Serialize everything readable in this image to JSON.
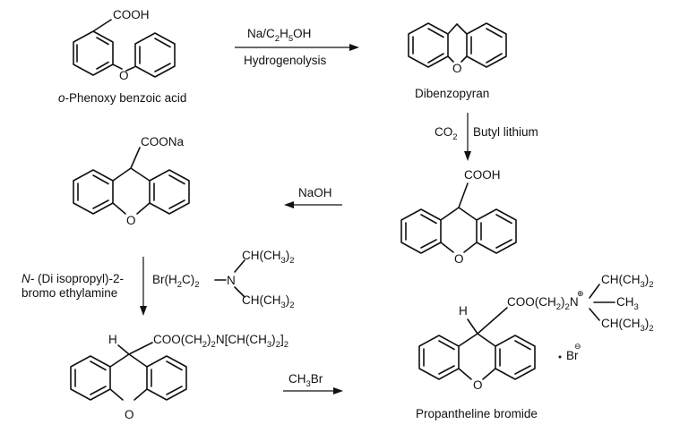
{
  "compounds": {
    "phenoxy_benzoic_acid": {
      "name": "o-Phenoxy benzoic acid",
      "prefix": "o",
      "rest": "-Phenoxy benzoic acid",
      "group": "COOH",
      "hetero": "O"
    },
    "dibenzopyran": {
      "name": "Dibenzopyran",
      "hetero": "O"
    },
    "xanthene_acid": {
      "group": "COOH",
      "hetero": "O"
    },
    "sodium_salt": {
      "group": "COONa",
      "hetero": "O"
    },
    "amine_ester": {
      "h": "H",
      "group_a": "COO(CH",
      "group_b": ")",
      "group_c": "N[CH(CH",
      "group_d": ")",
      "group_e": "]",
      "sub2": "2",
      "sub3": "3",
      "hetero": "O"
    },
    "propantheline_bromide": {
      "name": "Propantheline bromide",
      "h": "H",
      "group_a": "COO(CH",
      "group_b": ")",
      "group_c": "N",
      "sub2": "2",
      "plus": "⊕",
      "minus": "⊖",
      "br": "Br",
      "hetero": "O",
      "subst_top_a": "CH(CH",
      "subst_top_b": ")",
      "subst_mid_a": "CH",
      "subst_bot_a": "CH(CH",
      "subst_bot_b": ")",
      "sub3": "3"
    }
  },
  "reagents": {
    "step1": {
      "top_a": "Na/C",
      "top_b": "H",
      "top_c": "OH",
      "sub2": "2",
      "sub5": "5",
      "bottom": "Hydrogenolysis"
    },
    "step2": {
      "left_a": "CO",
      "sub2": "2",
      "right": "Butyl lithium"
    },
    "step3": {
      "label": "NaOH"
    },
    "step4": {
      "line1_a": "N-",
      "line1_b": " (Di isopropyl)-2-",
      "line2": "bromo ethylamine",
      "formula_a": "Br(H",
      "formula_b": "C)",
      "formula_c": "N",
      "sub2": "2",
      "branch_a": "CH(CH",
      "branch_b": ")",
      "sub3": "3"
    },
    "step5": {
      "label_a": "CH",
      "label_b": "Br",
      "sub3": "3"
    }
  }
}
